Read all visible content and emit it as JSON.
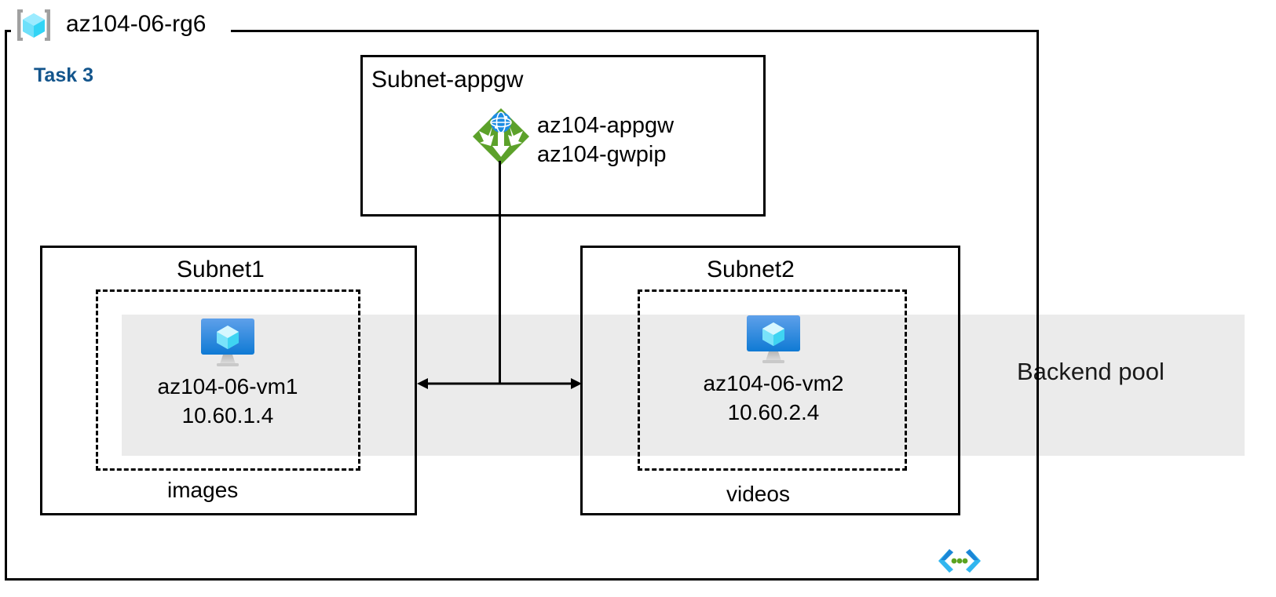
{
  "diagram": {
    "resource_group": {
      "label": "az104-06-rg6",
      "icon": "resource-group-cube-icon"
    },
    "task_badge": {
      "label": "Task 3",
      "color": "#13558c"
    },
    "backend_pool": {
      "label": "Backend pool",
      "band_color": "#ebebeb"
    },
    "subnets": [
      {
        "id": "subnet-appgw",
        "title": "Subnet-appgw",
        "title_align": "left",
        "resources": [
          {
            "icon": "application-gateway-icon",
            "icon_color": "#5ca12a",
            "lines": [
              "az104-appgw",
              "az104-gwpip"
            ]
          }
        ]
      },
      {
        "id": "subnet1",
        "title": "Subnet1",
        "title_align": "center",
        "footer": "images",
        "vm": {
          "icon": "virtual-machine-icon",
          "name": "az104-06-vm1",
          "ip": "10.60.1.4"
        }
      },
      {
        "id": "subnet2",
        "title": "Subnet2",
        "title_align": "center",
        "footer": "videos",
        "vm": {
          "icon": "virtual-machine-icon",
          "name": "az104-06-vm2",
          "ip": "10.60.2.4"
        }
      }
    ],
    "connectors": [
      {
        "id": "gateway-to-backend",
        "type": "vertical-line"
      },
      {
        "id": "subnet1-to-subnet2",
        "type": "double-headed-arrow"
      }
    ],
    "footer_icon": "code-brackets-icon"
  }
}
